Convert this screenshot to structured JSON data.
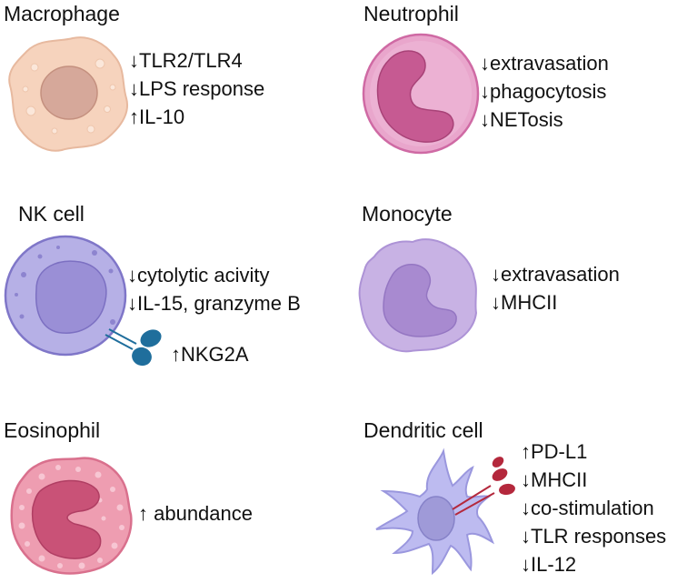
{
  "cells": {
    "macrophage": {
      "title": "Macrophage",
      "effects": [
        "↓TLR2/TLR4",
        "↓LPS response",
        "↑IL-10"
      ]
    },
    "neutrophil": {
      "title": "Neutrophil",
      "effects": [
        "↓extravasation",
        "↓phagocytosis",
        "↓NETosis"
      ]
    },
    "nk_cell": {
      "title": "NK cell",
      "effects": [
        "↓cytolytic acivity",
        "↓IL-15, granzyme B"
      ],
      "receptor_label": "↑NKG2A"
    },
    "monocyte": {
      "title": "Monocyte",
      "effects": [
        "↓extravasation",
        "↓MHCII"
      ]
    },
    "eosinophil": {
      "title": "Eosinophil",
      "effects": [
        "↑ abundance"
      ]
    },
    "dendritic_cell": {
      "title": "Dendritic cell",
      "effects": [
        "↑PD-L1",
        "↓MHCII",
        "↓co-stimulation",
        "↓TLR responses",
        "↓IL-12"
      ]
    }
  },
  "colors": {
    "macrophage_body": "#f6d3bd",
    "macrophage_nucleus": "#d6a89a",
    "neutrophil_body": "#e9a6cc",
    "neutrophil_nucleus": "#c65a92",
    "nk_body": "#b6b0e6",
    "nk_nucleus": "#9a8fd6",
    "nk_receptor": "#1f6e9c",
    "monocyte_body": "#c8b2e4",
    "monocyte_nucleus": "#a88ad0",
    "eosinophil_body": "#ee9db1",
    "eosinophil_nucleus": "#c95277",
    "dendritic_body": "#bdbbf0",
    "dendritic_nucleus": "#9f9ad8",
    "dendritic_receptor": "#b4283c"
  }
}
